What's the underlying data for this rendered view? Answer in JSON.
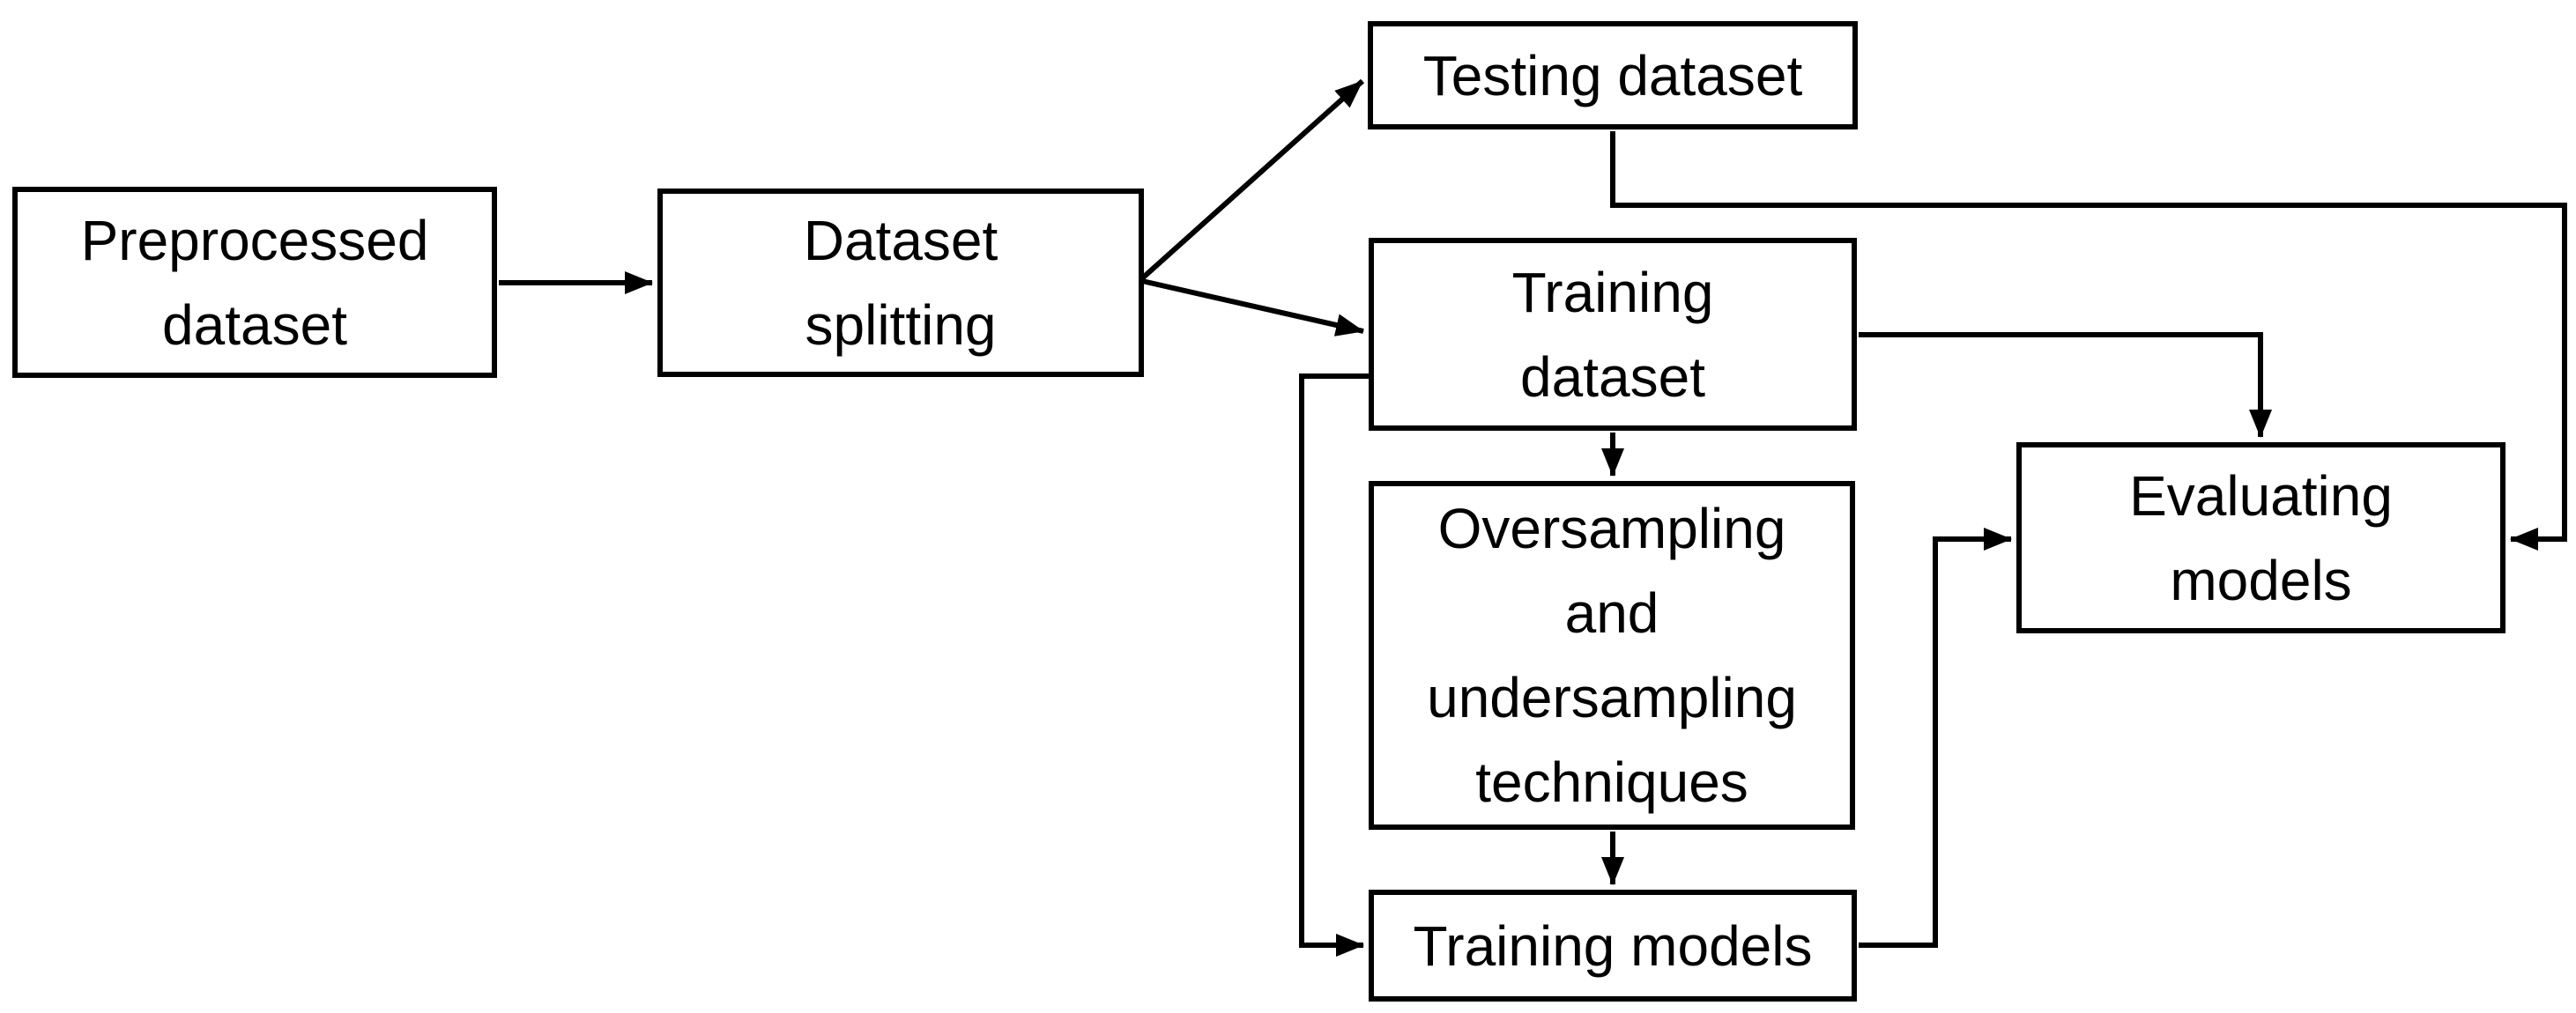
{
  "diagram": {
    "type": "flowchart",
    "background_color": "#ffffff",
    "line_color": "#000000",
    "text_color": "#000000",
    "nodes": [
      {
        "id": "preprocessed-dataset",
        "label": "Preprocessed dataset",
        "lines": [
          "Preprocessed",
          "dataset"
        ]
      },
      {
        "id": "dataset-splitting",
        "label": "Dataset splitting",
        "lines": [
          "Dataset",
          "splitting"
        ]
      },
      {
        "id": "testing-dataset",
        "label": "Testing dataset",
        "lines": [
          "Testing dataset"
        ]
      },
      {
        "id": "training-dataset",
        "label": "Training dataset",
        "lines": [
          "Training",
          "dataset"
        ]
      },
      {
        "id": "oversampling-undersampling-techniques",
        "label": "Oversampling and undersampling techniques",
        "lines": [
          "Oversampling",
          "and",
          "undersampling",
          "techniques"
        ]
      },
      {
        "id": "training-models",
        "label": "Training models",
        "lines": [
          "Training models"
        ]
      },
      {
        "id": "evaluating-models",
        "label": "Evaluating models",
        "lines": [
          "Evaluating",
          "models"
        ]
      }
    ],
    "edges": [
      {
        "from": "preprocessed-dataset",
        "to": "dataset-splitting"
      },
      {
        "from": "dataset-splitting",
        "to": "testing-dataset"
      },
      {
        "from": "dataset-splitting",
        "to": "training-dataset"
      },
      {
        "from": "training-dataset",
        "to": "oversampling-undersampling-techniques"
      },
      {
        "from": "oversampling-undersampling-techniques",
        "to": "training-models"
      },
      {
        "from": "training-dataset",
        "to": "training-models"
      },
      {
        "from": "training-dataset",
        "to": "evaluating-models"
      },
      {
        "from": "testing-dataset",
        "to": "evaluating-models"
      },
      {
        "from": "training-models",
        "to": "evaluating-models"
      }
    ]
  }
}
